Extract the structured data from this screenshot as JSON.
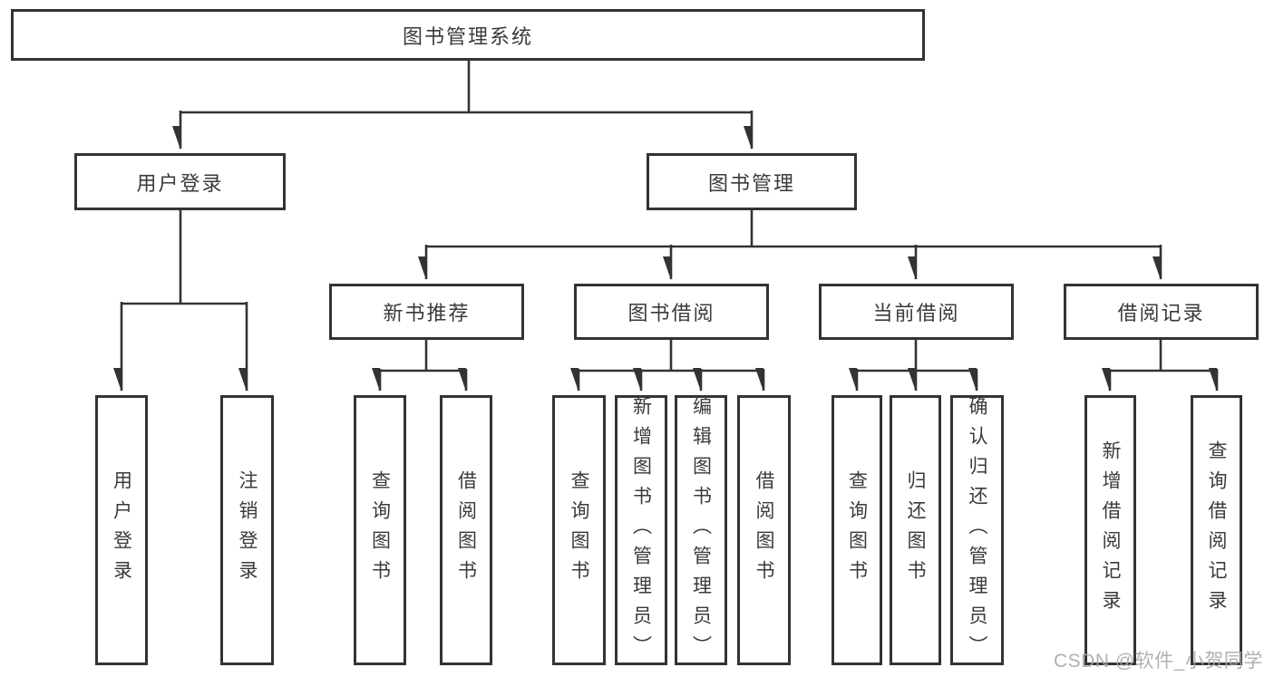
{
  "diagram": {
    "type": "tree",
    "root": {
      "label": "图书管理系统",
      "children": [
        {
          "label": "用户登录",
          "children": [
            {
              "label": "用户登录"
            },
            {
              "label": "注销登录"
            }
          ]
        },
        {
          "label": "图书管理",
          "children": [
            {
              "label": "新书推荐",
              "children": [
                {
                  "label": "查询图书"
                },
                {
                  "label": "借阅图书"
                }
              ]
            },
            {
              "label": "图书借阅",
              "children": [
                {
                  "label": "查询图书"
                },
                {
                  "label": "新增图书（管理员）"
                },
                {
                  "label": "编辑图书（管理员）"
                },
                {
                  "label": "借阅图书"
                }
              ]
            },
            {
              "label": "当前借阅",
              "children": [
                {
                  "label": "查询图书"
                },
                {
                  "label": "归还图书"
                },
                {
                  "label": "确认归还（管理员）"
                }
              ]
            },
            {
              "label": "借阅记录",
              "children": [
                {
                  "label": "新增借阅记录"
                },
                {
                  "label": "查询借阅记录"
                }
              ]
            }
          ]
        }
      ]
    },
    "colors": {
      "line": "#333333",
      "box_border": "#333333",
      "box_fill": "#ffffff",
      "text": "#3a3a3a",
      "background": "#ffffff",
      "watermark": "#a8a8a8"
    },
    "watermark": "CSDN @软件_小贺同学"
  }
}
